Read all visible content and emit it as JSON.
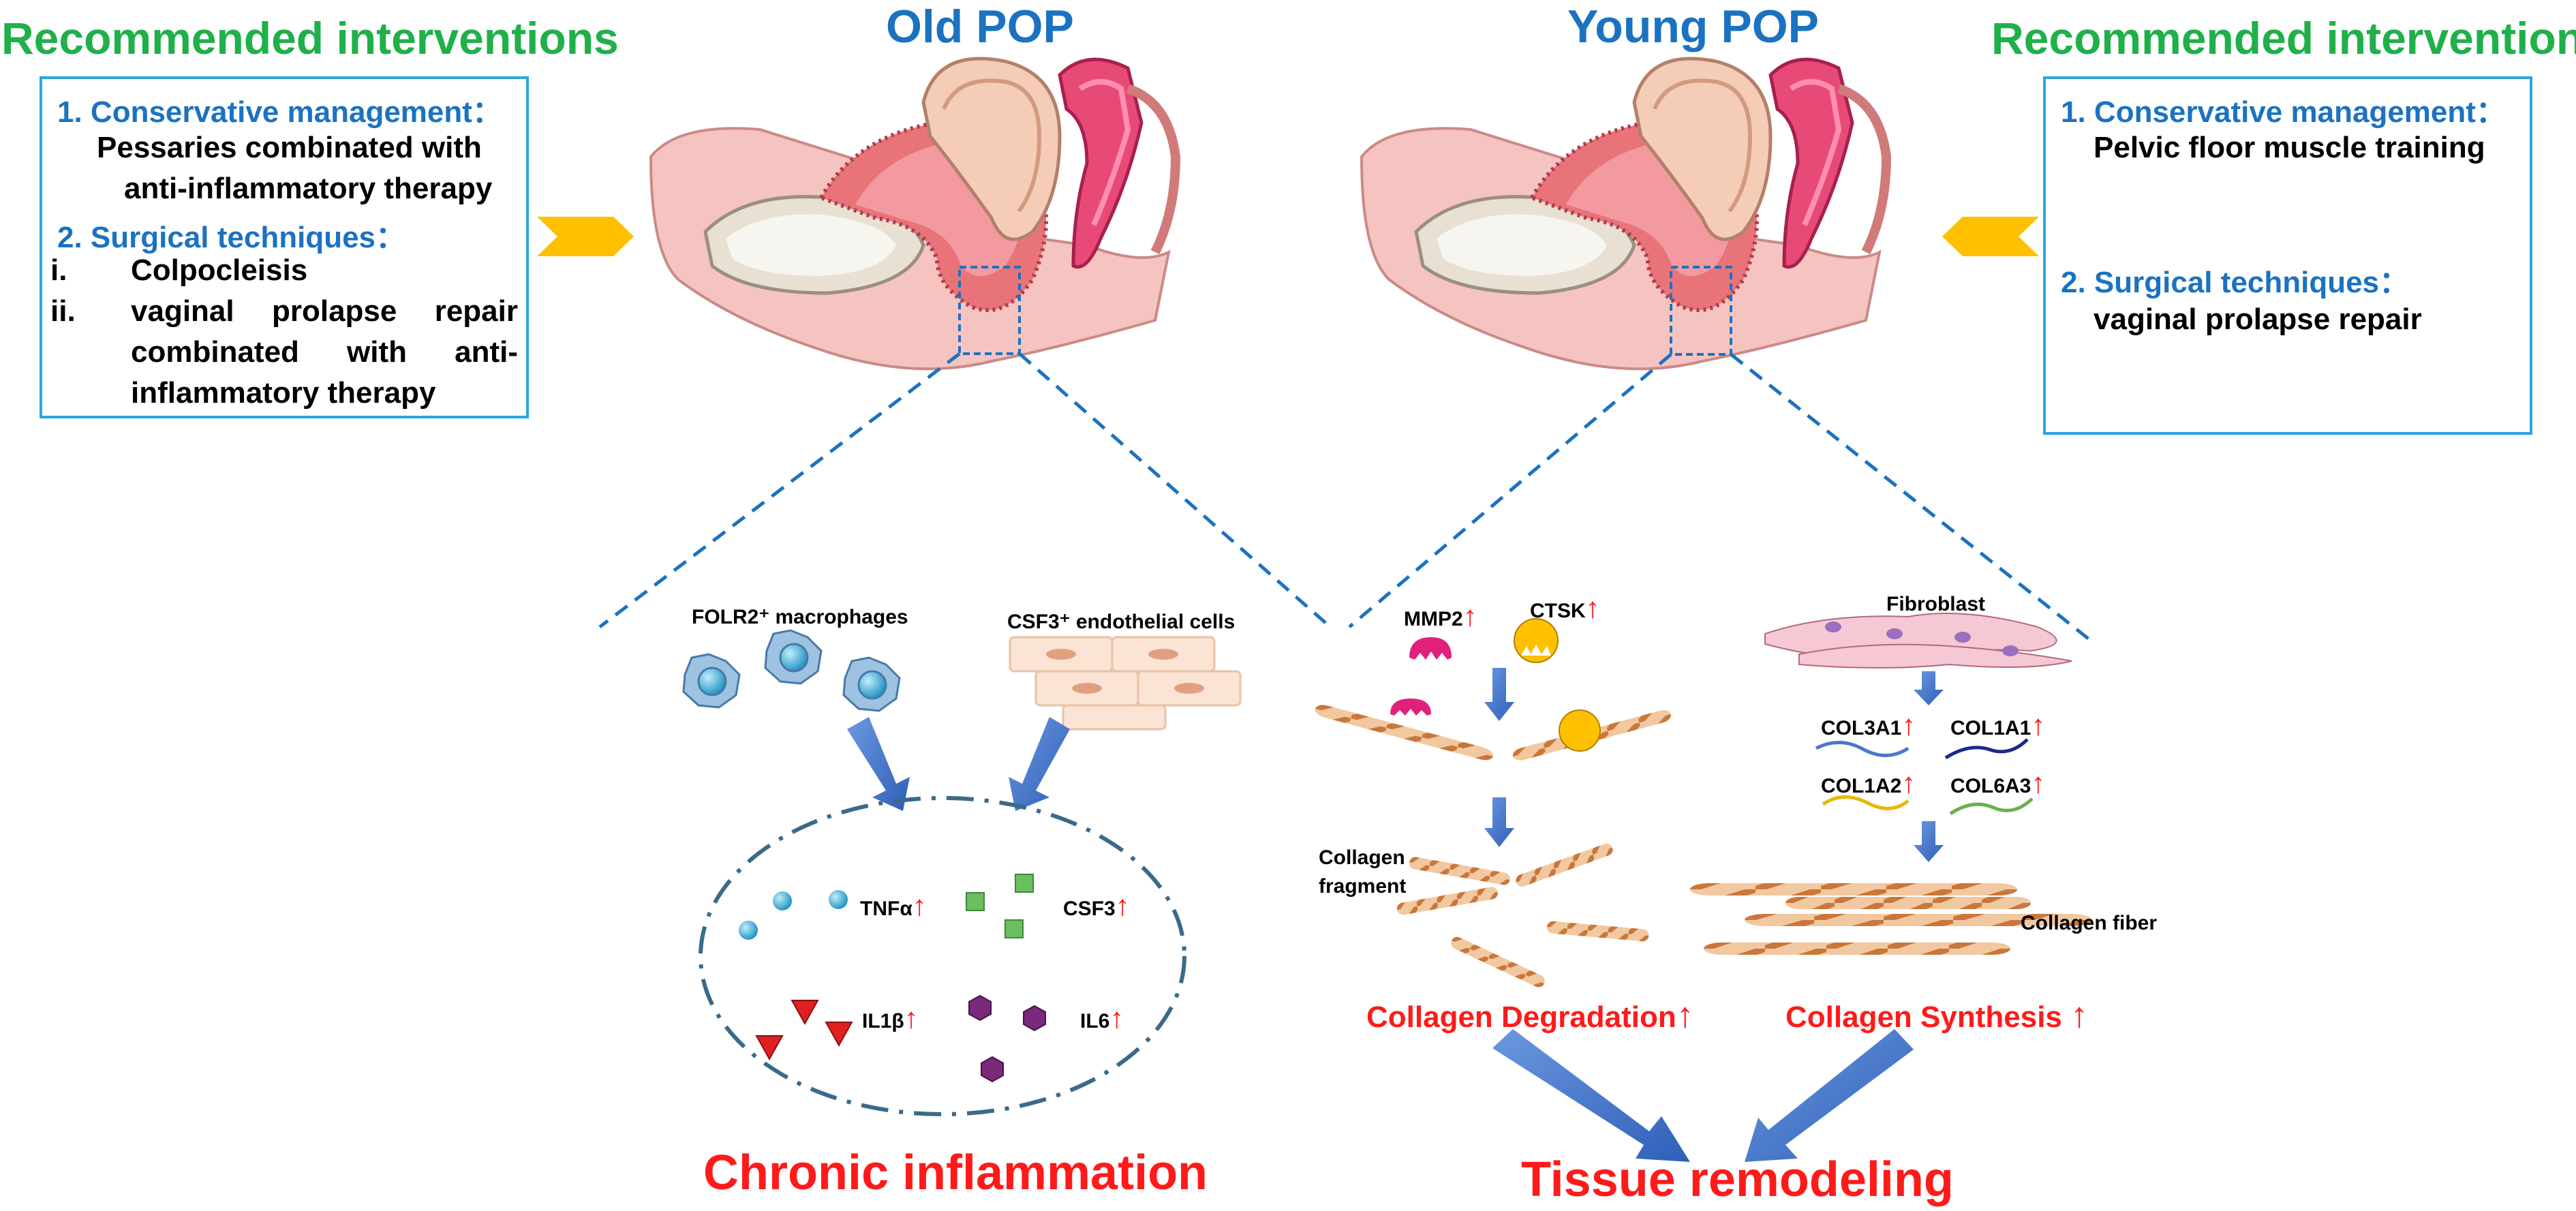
{
  "left": {
    "heading": "Recommended interventions",
    "pop_title": "Old POP",
    "item1_title": "1. Conservative management：",
    "item1_line1": "Pessaries combinated with",
    "item1_line2": "anti-inflammatory therapy",
    "item2_title": "2. Surgical techniques：",
    "sub_i_num": "i.",
    "sub_i_text": "Colpocleisis",
    "sub_ii_num": "ii.",
    "sub_ii_line1": "vaginal prolapse repair",
    "sub_ii_line2": "combinated with anti-",
    "sub_ii_line3": "inflammatory therapy"
  },
  "right": {
    "heading": "Recommended interventions",
    "pop_title": "Young POP",
    "item1_title": "1. Conservative management：",
    "item1_text": "Pelvic floor muscle training",
    "item2_title": "2. Surgical techniques：",
    "item2_text": "vaginal prolapse repair"
  },
  "inflammation": {
    "macrophages": "FOLR2⁺ macrophages",
    "endothelial": "CSF3⁺ endothelial cells",
    "tnf": "TNFα",
    "csf3": "CSF3",
    "il1b": "IL1β",
    "il6": "IL6",
    "result": "Chronic inflammation"
  },
  "degradation": {
    "mmp2": "MMP2",
    "ctsk": "CTSK",
    "fragment1": "Collagen",
    "fragment2": "fragment",
    "label": "Collagen Degradation"
  },
  "synthesis": {
    "fibroblast": "Fibroblast",
    "col3a1": "COL3A1",
    "col1a1": "COL1A1",
    "col1a2": "COL1A2",
    "col6a3": "COL6A3",
    "fiber": "Collagen fiber",
    "label": "Collagen Synthesis"
  },
  "result_right": "Tissue remodeling",
  "arrow_symbol": "↑",
  "colors": {
    "green": "#1fb04a",
    "blue": "#1b72c0",
    "red": "#ff1a1a",
    "box_border": "#2aa7e0",
    "arrow_blue": "#3a6fc6",
    "chevron": "#ffc000",
    "collagen": "#e0a070"
  }
}
